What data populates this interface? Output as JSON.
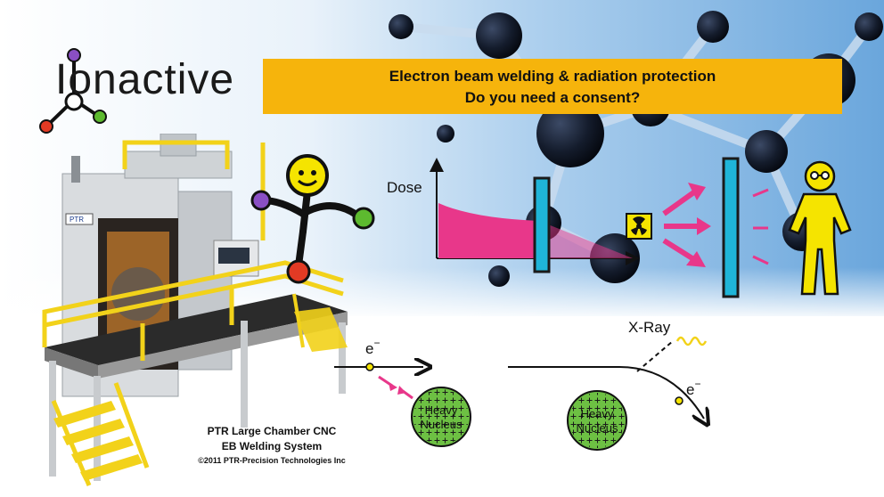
{
  "logo": {
    "text": "Ionactive"
  },
  "banner": {
    "line1": "Electron beam welding & radiation protection",
    "line2": "Do you need a consent?"
  },
  "diagram": {
    "dose_label": "Dose",
    "xray_label": "X-Ray",
    "electron_label": "e",
    "nucleus_line1": "Heavy",
    "nucleus_line2": "Nucleus"
  },
  "caption": {
    "line1": "PTR Large Chamber CNC",
    "line2": "EB Welding System",
    "line3": "©2011 PTR-Precision Technologies Inc"
  },
  "colors": {
    "banner": "#f6b40c",
    "shield": "#1fb5d8",
    "dose_fill": "#e8378a",
    "character": "#f5e400",
    "nucleus": "#6dc043",
    "machine_railing": "#f2d21a"
  }
}
